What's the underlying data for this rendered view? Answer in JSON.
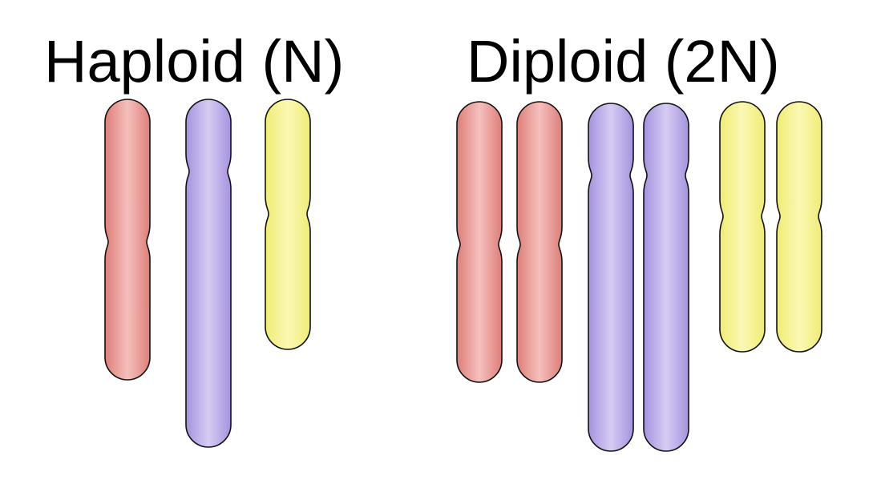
{
  "panels": [
    {
      "key": "haploid",
      "title": "Haploid (N)"
    },
    {
      "key": "diploid",
      "title": "Diploid (2N)"
    }
  ],
  "colors": {
    "background": "#ffffff",
    "outline": "#111111",
    "red": {
      "edge": "#df7e78",
      "mid": "#f4c0bd"
    },
    "purple": {
      "edge": "#a592df",
      "mid": "#d6ccf2"
    },
    "yellow": {
      "edge": "#efec74",
      "mid": "#fbf8b4"
    }
  },
  "chromosome_types": [
    {
      "color": "red",
      "name": "red chromosome"
    },
    {
      "color": "purple",
      "name": "purple chromosome"
    },
    {
      "color": "yellow",
      "name": "yellow chromosome"
    }
  ],
  "haploid_copies_per_type": 1,
  "diploid_copies_per_type": 2
}
